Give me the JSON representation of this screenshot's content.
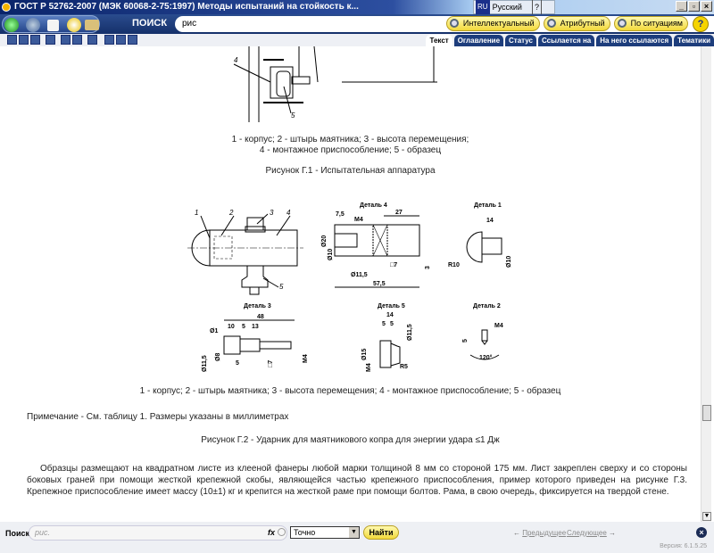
{
  "window": {
    "title": "ГОСТ Р 52762-2007 (МЭК 60068-2-75:1997) Методы испытаний на стойкость к...",
    "lang_code": "RU",
    "lang_name": "Русский",
    "help_glyph": "?",
    "win_buttons": [
      "_",
      "▫",
      "×"
    ]
  },
  "search": {
    "label": "ПОИСК",
    "value": "рис",
    "buttons": [
      "Интеллектуальный",
      "Атрибутный",
      "По ситуациям"
    ],
    "help": "?"
  },
  "tabs": [
    "Текст",
    "Оглавление",
    "Статус",
    "Ссылается на",
    "На него ссылаются",
    "Тематики"
  ],
  "content": {
    "caption1_line1": "1 - корпус; 2 - штырь маятника; 3 - высота перемещения;",
    "caption1_line2": "4 - монтажное приспособление; 5 - образец",
    "figure1_title": "Рисунок Г.1 - Испытательная аппаратура",
    "figure1_labels": [
      "4",
      "5"
    ],
    "drawing": {
      "main_labels": [
        "1",
        "2",
        "3",
        "4",
        "5"
      ],
      "detail4": {
        "title": "Деталь 4",
        "dims": [
          "7,5",
          "M4",
          "27",
          "Ø20",
          "Ø10",
          "Ø11,5",
          "□7",
          "3",
          "57,5"
        ]
      },
      "detail1": {
        "title": "Деталь 1",
        "dims": [
          "14",
          "R10",
          "Ø10"
        ]
      },
      "detail3": {
        "title": "Деталь 3",
        "dims": [
          "48",
          "10",
          "5",
          "13",
          "Ø1",
          "Ø8",
          "Ø11,5",
          "5",
          "□7",
          "M4"
        ]
      },
      "detail5": {
        "title": "Деталь 5",
        "dims": [
          "14",
          "5",
          "5",
          "Ø11,5",
          "Ø15",
          "M4",
          "R5"
        ]
      },
      "detail2": {
        "title": "Деталь 2",
        "dims": [
          "M4",
          "5",
          "120°"
        ]
      }
    },
    "caption2": "1 - корпус; 2 - штырь маятника; 3 - высота перемещения; 4 - монтажное приспособление; 5 - образец",
    "note": "Примечание - См. таблицу 1. Размеры указаны в миллиметрах",
    "figure2_title": "Рисунок Г.2 - Ударник для маятникового копра для энергии удара ≤1 Дж",
    "paragraph": "Образцы размещают на квадратном листе из клееной фанеры любой марки толщиной 8 мм со стороной 175 мм. Лист закреплен сверху и со стороны боковых граней при помощи жесткой крепежной скобы, являющейся частью крепежного приспособления, пример которого приведен на рисунке Г.3. Крепежное приспособление имеет массу (10±1) кг и крепится на жесткой раме при помощи болтов. Рама, в свою очередь, фиксируется на твердой стене."
  },
  "scroll_position_pct": 76,
  "bottom": {
    "label": "Поиск:",
    "placeholder": "рис.",
    "fx": "fx",
    "mode": "Точно",
    "find": "Найти",
    "prev": "Предыдущее",
    "next": "Следующее",
    "prev_arrow": "←",
    "next_arrow": "→",
    "close": "×",
    "version": "Версия: 6.1.5.25"
  }
}
